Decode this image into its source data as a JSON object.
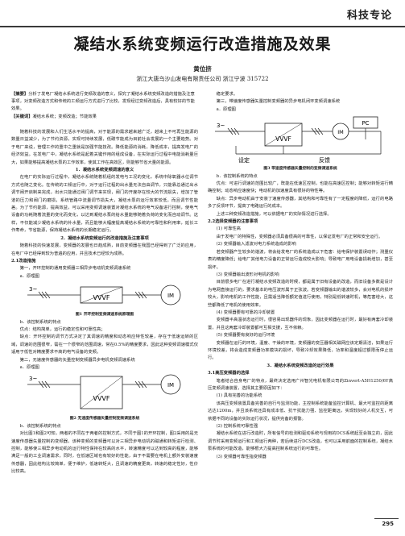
{
  "header": {
    "section": "科技专论"
  },
  "title": "凝结水系统变频运行改造措施及效果",
  "author": "黄位挤",
  "affiliation": "浙江大唐乌沙山发电有限责任公司  浙江宁波  315722",
  "abstract": {
    "label": "【摘要】",
    "text": "分析了发电厂凝结水系统进行变频改造的意义，探究了凝结水系统变频改造的措施及注意事项，对变频改造方式和传统的工频运行方式进行了比较，发现经过变频改造后，具有较好的节能效果。",
    "kw_label": "【关键词】",
    "keywords": "凝结水系统；变频改造；节能效果"
  },
  "left": {
    "p1": "随着科技的发展和人们生活水平的提高，对于能源的需求越来越广泛，越来上不可再生能源的数量日益减少，为了节约资源，实现可持续发展，低碳节能成为目前社会发展的一个主要趋势。对于电厂来说，管理工作的重中之重就是加强节能技改。降低能源的消耗，降低成本，提高发电厂的经济效益。在发电厂中，凝结水系统是起着关键作用的组成设备，在实际运行过程中电能消耗量巨大，如果能够提高凝结水泵的工作效率，使其工作在高效区，则能够节省大量的能源。",
    "h1": "1．凝结水系统变频调速的意义",
    "p2": "在电厂的实际运行过程中，凝结水系统随着机组的发电与工况的变化，系统中除氧器水位调节方式也随之变化。在传统的工频运行中，对于运行过程的出水量无法自由调节，只能靠总通过出水调节阀开启制来完成，出水只能通过阀门调节来实现，阀门的开度存在较大的节流损失，增加了管道的压力和阀门的磨损，系统管路中流量调节损失大，凝结水泵的运行效率较低，而且调节性能差。为了节约能源，提高效益，可以采用变频调速装置对凝结水系统的电气设备进行控制，使电气设备的功耗随着流量的变化而变化，以达到凝结水泵的给水量能够随着负荷的变化而自动调节。这样，不仅能减少凝结水系统的补水量，而且能够大幅度提高凝结水系统的可靠性和利用率，延长工作寿命，节省能源，保持凝结水系统的长期稳定运行。",
    "h2": "2．凝结水系统变频运行的改造措施及注意事项",
    "p3": "随着科技的快速发展，变频器的发展也日趋成熟，目前变频器在我国已经得到了广泛的应用，在电厂中已经得到较为普遍的应用，并且技术已经较为成熟。",
    "h21": "2.1改造措施",
    "p4": "第一，开环控制的通用变频器三相异步电动机变频调速系统",
    "p4a": "a．原理图",
    "fig1_cap": "图1 开环控制变频调速系统原理图",
    "p5": "b．该控制系统的特点",
    "p6": "优点：结构简单，运行的稳定性和可靠性高；",
    "p7": "缺点：开环控制的调节方式决定了其调速的精度和动态响应特性较差，存在于低速运转的区域，调速的范围很窄，需在一个很窄的范围调速，常在0.5%的精度要求，因此这种变频调速模式仅适用于低性对精度要求不高的电气设备的变频。",
    "p8": "第二，无速度传感器的矢量控制变频器异步电机变频调速系统",
    "p8a": "a．原理图",
    "fig2_cap": "图2 无速度传感器矢量控制变频调速系统",
    "p9": "b．该控制系统的特点",
    "p10": "对比图1和图2可知，两者的不同在于两者的控制方式，不同于图1的开环控制，图2采用的是无速度传感器矢量控制的变频器，该种变频的变频器可以对三相异步电动机的磁通和转矩进行检测、控制，能够使三相异步电动机的运行特性保持在较高的水平，转速精度可以达到较高的程度，能够满足一般的工业调速需求，同时，在低速区域也有较好的性能，由于不需要在电机上额外安装速度传感器，因此结构比较简单，便于维护，低速转矩大，且调速的精度更高，转速的稳定性好，性价比较高。"
  },
  "right": {
    "r1": "稳定要求。",
    "r2": "第三，带速度传感器矢量控制变频器的异步电机闭环变频调速系统",
    "r2a": "a．原理图",
    "fig3_cap": "图3 带速度传感器矢量控制的变频调速系统",
    "r3": "b．该控制系统的特点",
    "r4": "优点：可进行调速的范围比较广，既能在低速区控制，也能在高速区控制；能够对转矩进行精确控制；动态响应速度快；电动机的加速度具有很好的特性等。",
    "r5": "缺点：异步电动机由于安装了速度传感器，其结构和可靠性有了一定程度的降低，运行的电路多了反馈环节，提高了电路运行的成本。",
    "r6": "上述三种变频改造措施，可以依据电厂的实际情况进行选择。",
    "h22": "2.2选择变频器的注意事项",
    "r7": "(1) 可靠性高",
    "r8": "由于发电厂的特殊性，变频器必须具备很高的可靠性，以保证发电厂的正常和安全运行。",
    "r9": "(2) 变频器输入滤波对电力系统造成的影响",
    "r10": "若变频器产生较多的谐波，将会给发电厂的系统造成以下危害：给电保护装置误动作；测量仪表的精度降低；给电厂其他电力设备的正常运行造成较大影响；导致电厂用电设备损耗增加，甚至损坏。",
    "r11": "(3) 变频器输出波形对电机的影响",
    "r12": "目前很多电厂在进行凝结水变频改造的时候，都是属于旧有设备的改造，而旧设备多数是设计为电网直接运行的，要求基本的电压波形属于正弦波。若变频器输出的谐波较多，会对电机的损坏较大，影响电机的工作性能，且需适当降低额定值进行使用，特别是低转速时机，等危害增大，这些都降低了电机的使用效率。",
    "r13": "(4) 变频器要有可靠的冷却装置",
    "r14": "变频器半高温状态运行时，很容易出现器件的现象，因此变频器在运行时，最好有两套冷却装置，并且这两套冷却装置都可互相支援，互不依赖。",
    "r15": "(5) 变频器要有良好的运行环境",
    "r16": "变频器在运行的环境，温度、干燥的环境，变频器的变压器相关磁网应该定期清洁，如果运行环境较差，将会造成变频器功率模块的损坏，导致冷却效果降低，功率和温度超过额限而停止运行。",
    "h3": "3．凝结水系统变频改造的运行效果",
    "h31": "3.1高压变频器的选择",
    "r17": "笔者结合自身电厂的特点，最终决定选用广州智光电机有限公司的Zinvert-A5H1250/6Y高压变频调速装置，选择其主要原因如下：",
    "r18": "(1) 具有完善的功能系统",
    "r19": "该高压变频装置具备完善的自行与监测功能，主控制系统能备监控计算机、最大可监控的距离达达1200m，并且该系统还具有成本低、抗干扰能力强、监控距离远，实现较好的人机交互，可依据不同的设备的实际运行状况，提供完备的报警。",
    "r20": "(2) 控制系统可靠性强",
    "r21": "凝结水系统在进行改造时，所有信号的检测和驱动系统与现用的DCS系统起至会独立的，因此调节时采用变频运行和工频运行两种，若后续进行DCS改造，也可以采用前面的控制系统，凝结水泵系统的可能改造，能够根大力提高控制系统运行的可靠性。",
    "r22": "(3) 变频器可靠性指变频器"
  },
  "figs": {
    "vvvf": "VVVF",
    "im": "IM",
    "n3": "3~",
    "set": "设定",
    "fb": "反馈",
    "pc": "PC"
  },
  "page": {
    "number": "295"
  }
}
